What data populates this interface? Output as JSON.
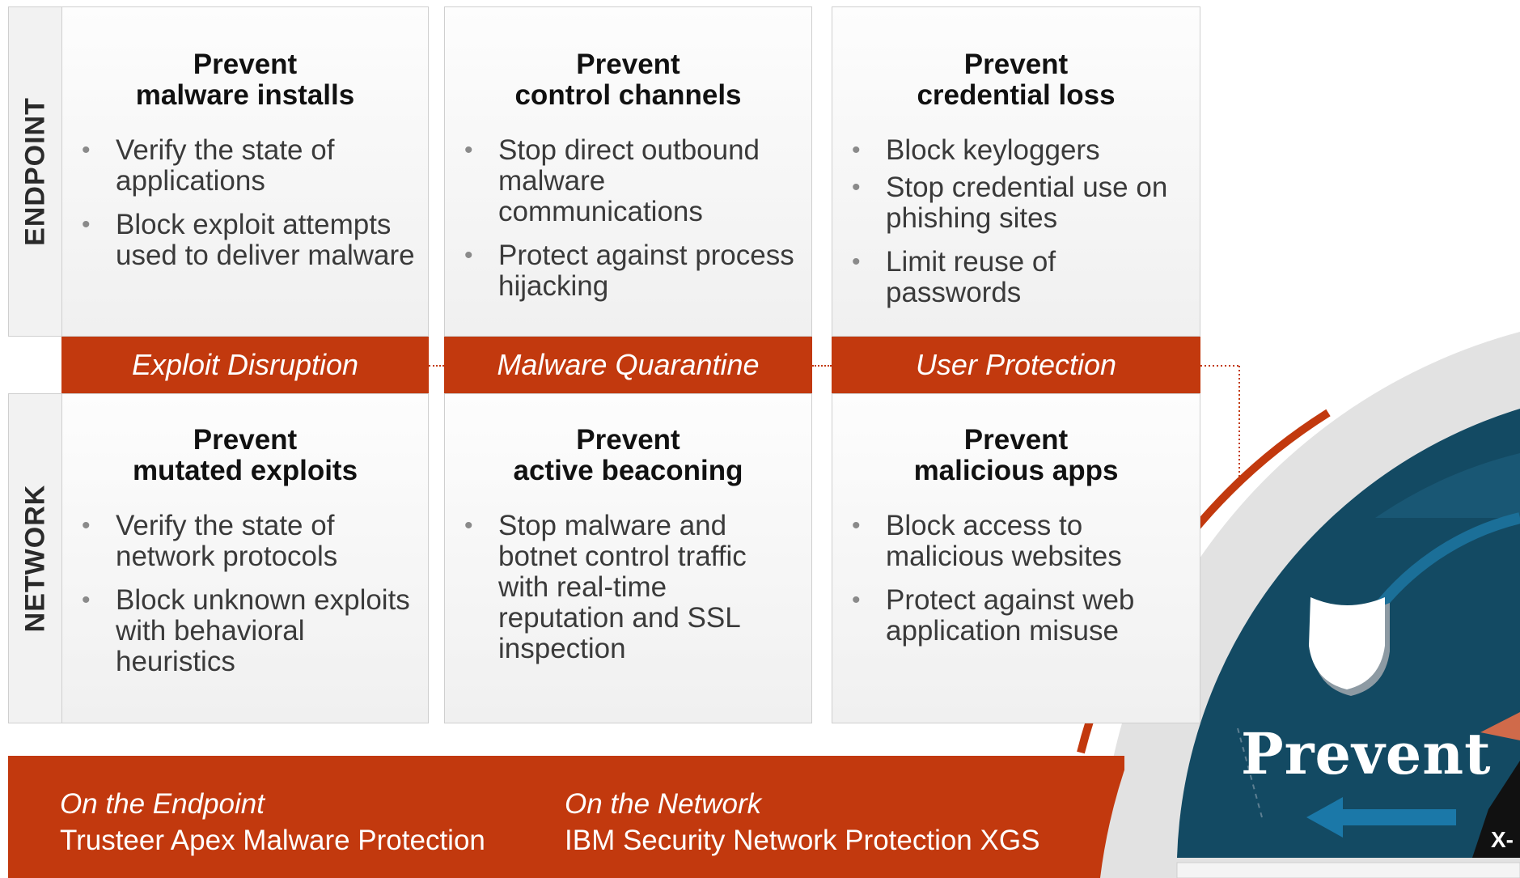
{
  "side_labels": {
    "endpoint": "ENDPOINT",
    "network": "NETWORK"
  },
  "cards": [
    {
      "title_line1": "Prevent",
      "title_line2": "malware installs",
      "bullets": [
        "Verify the state of applications",
        "Block exploit  attempts used to deliver malware"
      ]
    },
    {
      "title_line1": "Prevent",
      "title_line2": "control channels",
      "bullets": [
        "Stop direct outbound malware communications",
        "Protect against process hijacking"
      ]
    },
    {
      "title_line1": "Prevent",
      "title_line2": "credential loss",
      "bullets": [
        "Block keyloggers",
        "Stop credential use on phishing sites",
        "Limit reuse of passwords"
      ]
    },
    {
      "title_line1": "Prevent",
      "title_line2": "mutated exploits",
      "bullets": [
        "Verify the state of network protocols",
        "Block unknown exploits with behavioral heuristics"
      ]
    },
    {
      "title_line1": "Prevent",
      "title_line2": "active beaconing",
      "bullets": [
        "Stop malware and botnet control traffic with real-time reputation and SSL inspection"
      ]
    },
    {
      "title_line1": "Prevent",
      "title_line2": "malicious apps",
      "bullets": [
        "Block access to malicious websites",
        "Protect against web application misuse"
      ]
    }
  ],
  "bands": [
    "Exploit Disruption",
    "Malware Quarantine",
    "User Protection"
  ],
  "footer": {
    "endpoint_heading": "On the Endpoint",
    "endpoint_product": "Trusteer Apex Malware Protection",
    "network_heading": "On the Network",
    "network_product": "IBM Security Network Protection XGS"
  },
  "graphic": {
    "word": "Prevent",
    "corner_text": "X-"
  },
  "icons": {
    "shield": "shield-icon",
    "arrow_left": "arrow-left-icon",
    "arrow_orange": "arrow-icon"
  },
  "colors": {
    "accent": "#c2390e",
    "panel": "#134a63",
    "ring": "#e2e2e2"
  }
}
